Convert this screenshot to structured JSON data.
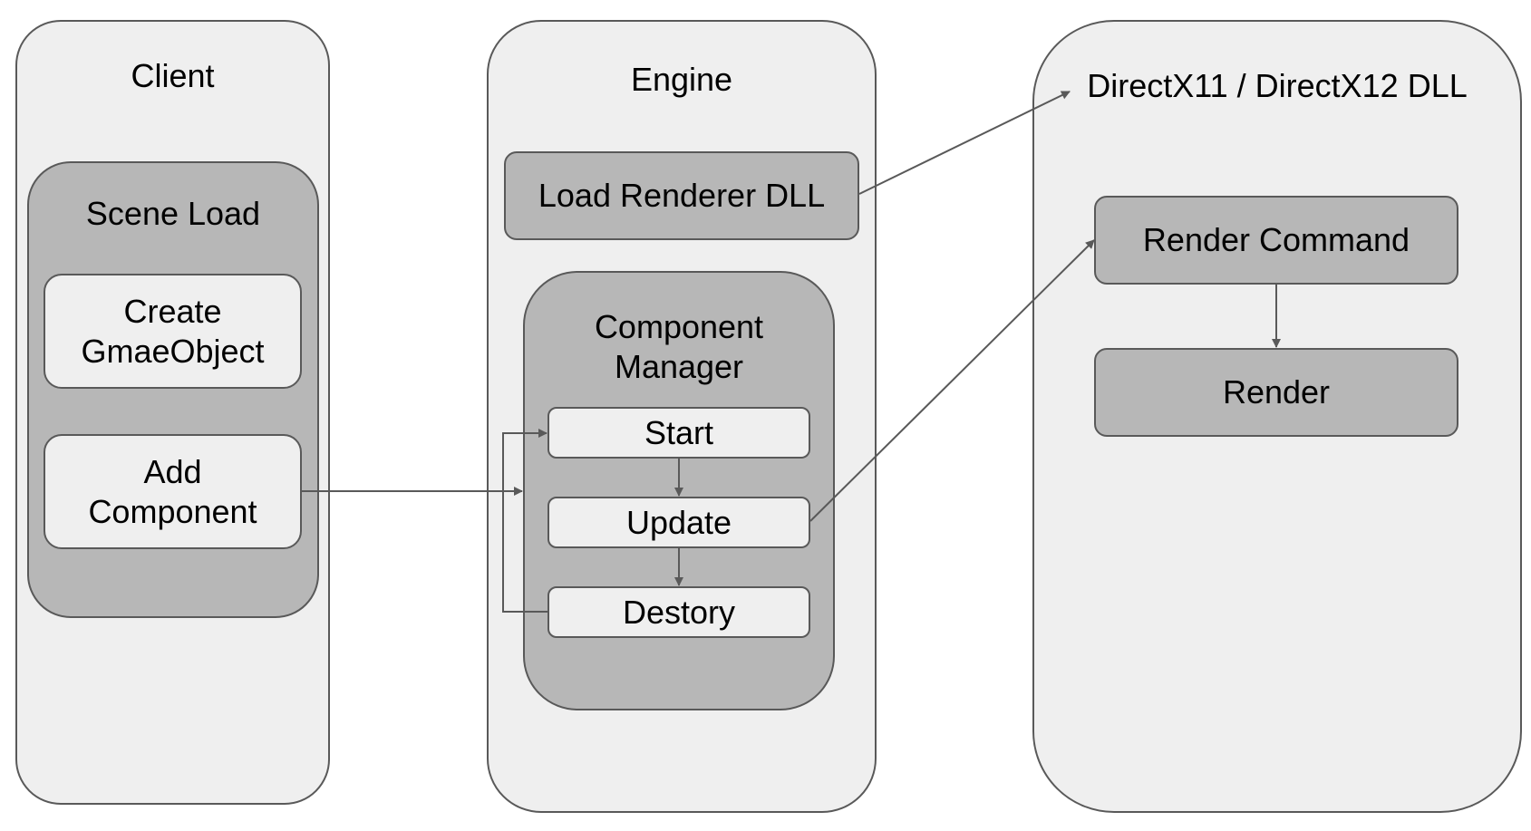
{
  "client": {
    "title": "Client",
    "scene_load": {
      "title": "Scene Load",
      "create": "Create\nGmaeObject",
      "add": "Add\nComponent"
    }
  },
  "engine": {
    "title": "Engine",
    "load_renderer": "Load Renderer DLL",
    "component_manager": {
      "title": "Component\nManager",
      "start": "Start",
      "update": "Update",
      "destroy": "Destory"
    }
  },
  "directx": {
    "title": "DirectX11 / DirectX12 DLL",
    "render_command": "Render Command",
    "render": "Render"
  },
  "colors": {
    "lane_fill": "#efefef",
    "block_fill": "#b7b7b7",
    "border": "#595959"
  }
}
